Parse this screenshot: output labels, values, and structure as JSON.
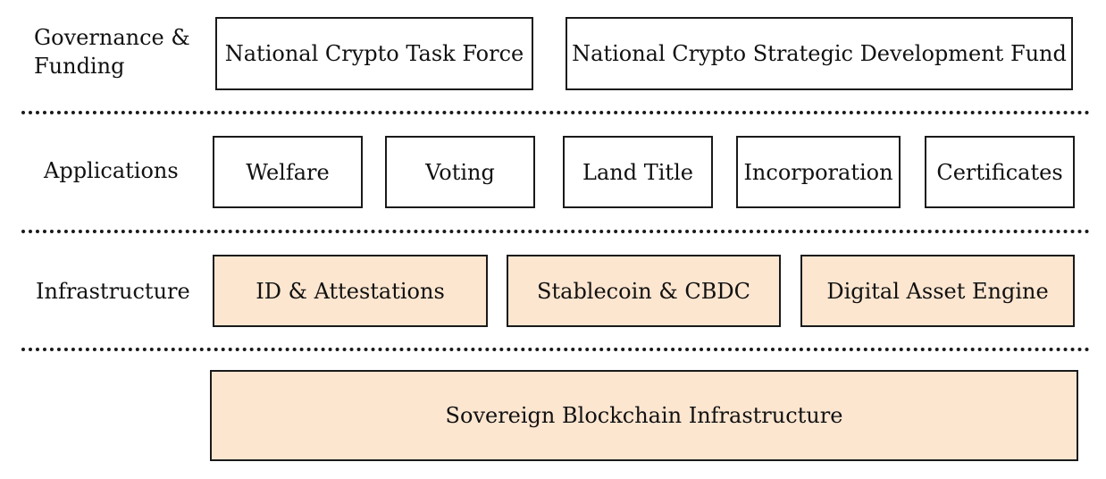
{
  "layers": {
    "governance": {
      "label": "Governance &\nFunding",
      "boxes": [
        "National Crypto Task Force",
        "National Crypto Strategic Development Fund"
      ]
    },
    "applications": {
      "label": "Applications",
      "boxes": [
        "Welfare",
        "Voting",
        "Land Title",
        "Incorporation",
        "Certificates"
      ]
    },
    "infrastructure": {
      "label": "Infrastructure",
      "boxes": [
        "ID & Attestations",
        "Stablecoin & CBDC",
        "Digital Asset Engine"
      ]
    },
    "base": {
      "label": "",
      "boxes": [
        "Sovereign Blockchain Infrastructure"
      ]
    }
  },
  "colors": {
    "fill": "#fde6d0",
    "border": "#1a1a1a"
  }
}
